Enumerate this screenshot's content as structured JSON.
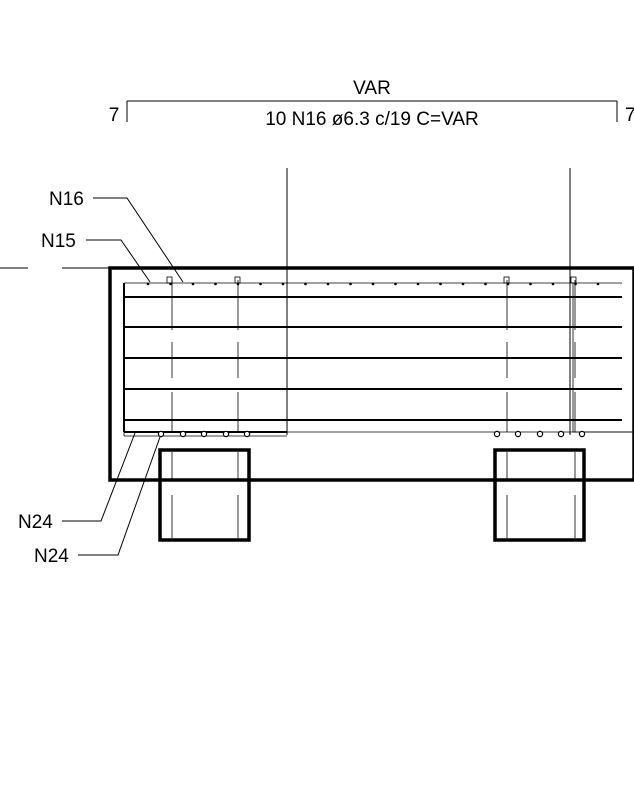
{
  "dimension": {
    "total_label": "VAR",
    "bars_label": "10 N16 ø6.3 c/19 C=VAR",
    "left_offset": "7",
    "right_offset": "7"
  },
  "callouts": {
    "n16": "N16",
    "n15": "N15",
    "n24_a": "N24",
    "n24_b": "N24"
  },
  "colors": {
    "ink": "#000000",
    "background": "#ffffff"
  }
}
